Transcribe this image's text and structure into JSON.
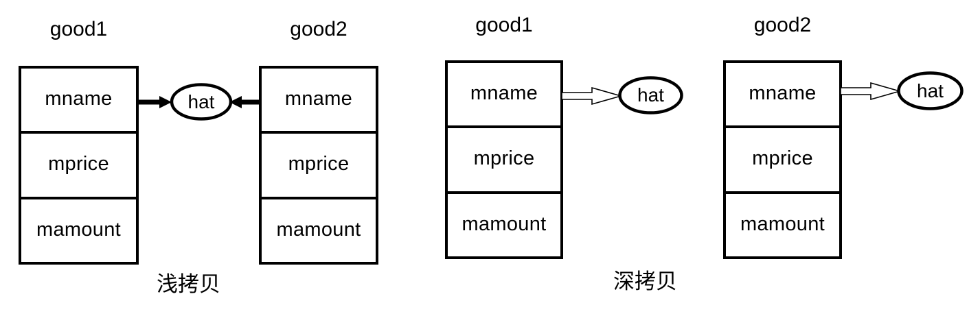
{
  "diagram": {
    "title": "shallow-copy-vs-deep-copy",
    "stroke_color": "#000000",
    "fill_color": "#ffffff",
    "groups": [
      {
        "id": "shallow",
        "caption": "浅拷贝",
        "arrow_style": "solid-filled",
        "boxes": [
          {
            "title": "good1",
            "fields": [
              "mname",
              "mprice",
              "mamount"
            ]
          },
          {
            "title": "good2",
            "fields": [
              "mname",
              "mprice",
              "mamount"
            ]
          }
        ],
        "shared_node": {
          "label": "hat"
        }
      },
      {
        "id": "deep",
        "caption": "深拷贝",
        "arrow_style": "hollow-open",
        "boxes": [
          {
            "title": "good1",
            "fields": [
              "mname",
              "mprice",
              "mamount"
            ],
            "node": {
              "label": "hat"
            }
          },
          {
            "title": "good2",
            "fields": [
              "mname",
              "mprice",
              "mamount"
            ],
            "node": {
              "label": "hat"
            }
          }
        ]
      }
    ]
  }
}
